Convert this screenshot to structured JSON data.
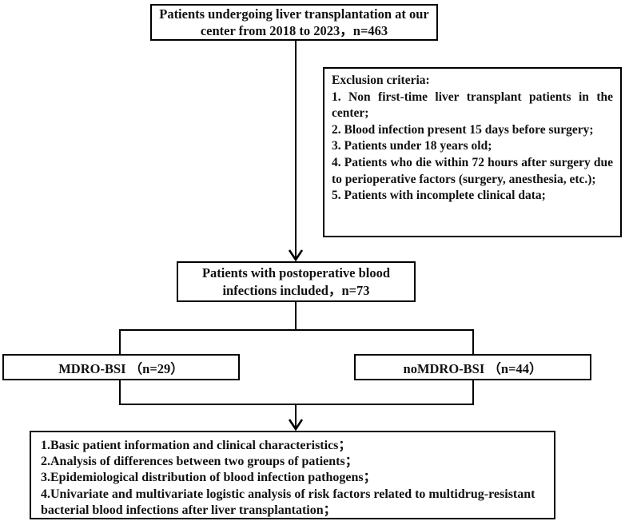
{
  "flowchart": {
    "title_hint": "Patient selection flow for MDRO-BSI after liver transplantation study",
    "line_color": "#000000",
    "box_border_color": "#000000",
    "initial_box": {
      "text": "Patients undergoing liver transplantation at our center from 2018 to 2023，n=463"
    },
    "exclusion_box": {
      "title": "Exclusion criteria:",
      "items": [
        "1. Non first-time liver transplant patients in the center;",
        "2. Blood infection present 15 days before surgery;",
        "3. Patients under 18 years old;",
        "4. Patients who die within 72 hours after surgery due to perioperative factors (surgery, anesthesia, etc.);",
        "5. Patients with incomplete clinical data;"
      ]
    },
    "included_box": {
      "text": "Patients with postoperative blood infections included，n=73"
    },
    "mdro_box": {
      "text": "MDRO-BSI （n=29）"
    },
    "nomdro_box": {
      "text": "noMDRO-BSI （n=44）"
    },
    "analysis_box": {
      "items": [
        "1.Basic patient information and clinical characteristics；",
        "2.Analysis of differences between two groups of patients；",
        "3.Epidemiological distribution of blood infection pathogens；",
        "4.Univariate and multivariate logistic analysis of risk factors related to multidrug-resistant bacterial blood infections after liver transplantation；"
      ]
    }
  }
}
